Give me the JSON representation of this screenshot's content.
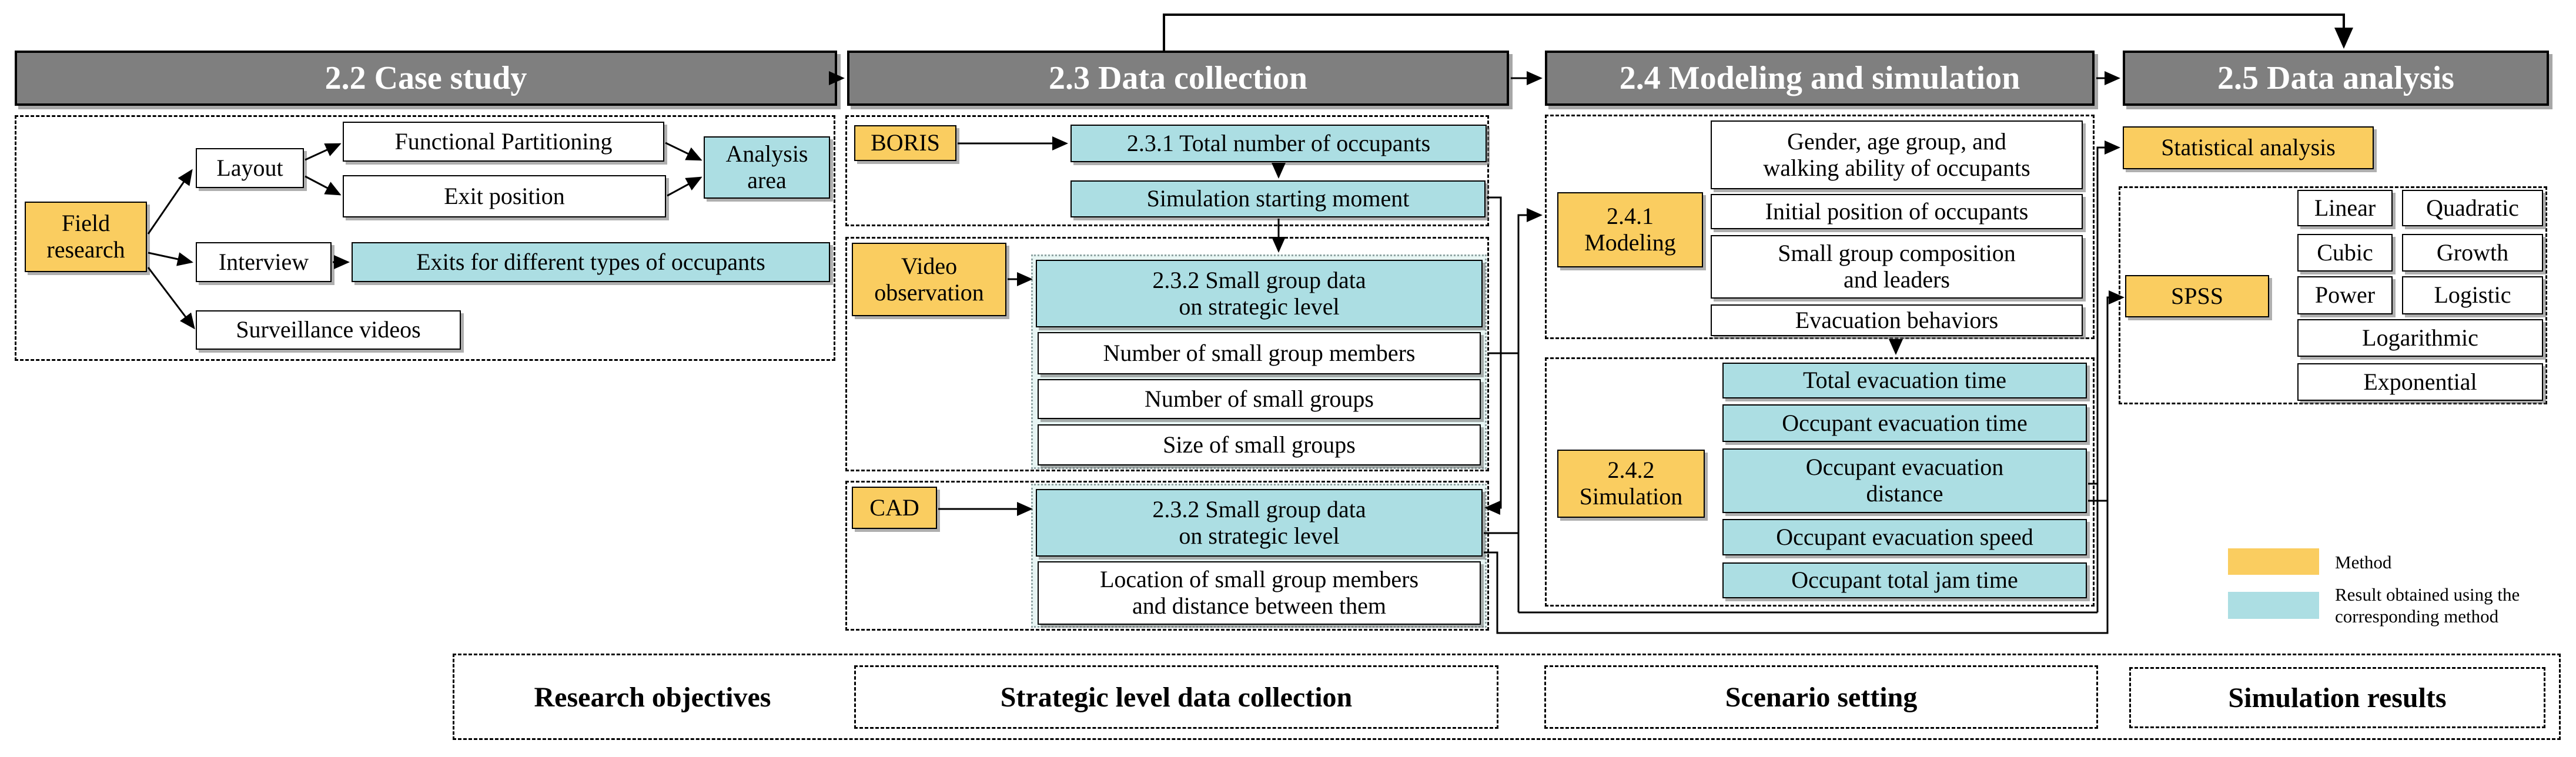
{
  "headers": {
    "case_study": "2.2 Case study",
    "data_collection": "2.3 Data collection",
    "modeling_simulation": "2.4 Modeling and simulation",
    "data_analysis": "2.5 Data analysis"
  },
  "case_study": {
    "field_research": "Field\nresearch",
    "layout": "Layout",
    "functional_partitioning": "Functional Partitioning",
    "exit_position": "Exit position",
    "analysis_area": "Analysis\narea",
    "interview": "Interview",
    "exits_occupants": "Exits for different types of occupants",
    "surveillance_videos": "Surveillance videos"
  },
  "data_collection": {
    "boris": "BORIS",
    "total_occupants": "2.3.1 Total number of occupants",
    "simulation_starting_moment": "Simulation starting moment",
    "video_observation": "Video\nobservation",
    "small_group_strategic_video": "2.3.2 Small group data\non strategic level",
    "number_members": "Number of small group members",
    "number_groups": "Number of small groups",
    "size_groups": "Size of small groups",
    "cad": "CAD",
    "small_group_strategic_cad": "2.3.2 Small group data\non strategic level",
    "location_members": "Location of small group members\nand distance between them"
  },
  "modeling_simulation": {
    "modeling": "2.4.1\nModeling",
    "gender": "Gender, age group, and\nwalking ability of occupants",
    "initial_position": "Initial position of occupants",
    "composition": "Small group composition\nand leaders",
    "evacuation_behaviors": "Evacuation behaviors",
    "simulation": "2.4.2\nSimulation",
    "total_evac_time": "Total evacuation time",
    "occupant_evac_time": "Occupant evacuation time",
    "occupant_evac_distance": "Occupant evacuation\ndistance",
    "occupant_evac_speed": "Occupant evacuation speed",
    "occupant_jam_time": "Occupant total jam time"
  },
  "data_analysis": {
    "statistical_analysis": "Statistical analysis",
    "spss": "SPSS",
    "models": [
      "Linear",
      "Quadratic",
      "Cubic",
      "Growth",
      "Power",
      "Logistic",
      "Logarithmic",
      "Exponential"
    ]
  },
  "legend": {
    "method": "Method",
    "result": "Result obtained using the\ncorresponding method"
  },
  "footer": {
    "research_objectives": "Research objectives",
    "strategic": "Strategic level data collection",
    "scenario": "Scenario setting",
    "simulation_results": "Simulation results"
  },
  "colors": {
    "method_yellow": "#FACD60",
    "result_cyan": "#ACDEE3",
    "header_gray": "#7F7F7F"
  }
}
